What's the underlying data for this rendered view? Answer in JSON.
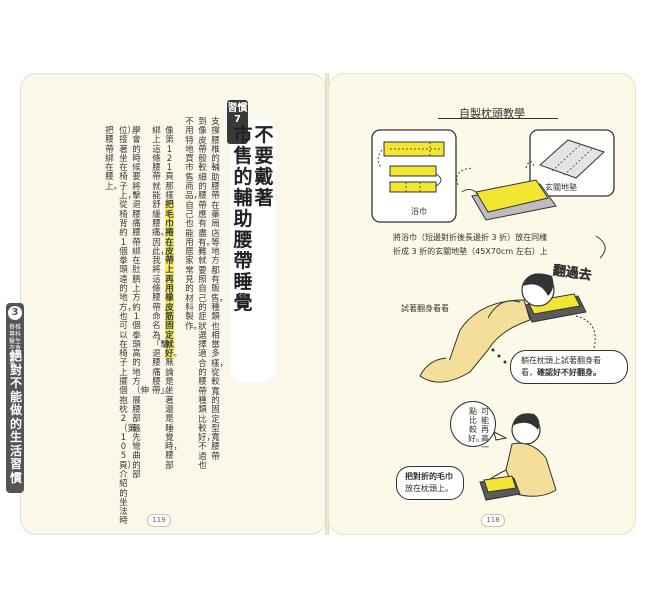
{
  "left_page": {
    "page_number": "119",
    "side_tab": {
      "number": "3",
      "chapter_small": "脊椎專科醫生不會做的事",
      "chapter_big": "絕對不能做的生活習慣"
    },
    "habit_badge": "習慣7",
    "title_line_1": "不要戴著",
    "title_line_2": "市售的輔助腰帶睡覺",
    "body_columns": [
      "支撐腰椎的輔助腰帶在藥局店等地方都有販售。種類也相當多樣，從較寬的固定型寬腰帶",
      "到像皮帶般較細的腰帶應有盡有。難就要照自己的症狀選擇適合的腰帶種類比較好，不過也",
      "不用特地買市售商品，自己也能用居家常見的材料製作。",
      "像第121頁那樣",
      "綁上這條腰帶就能舒緩腰痛。因此，我將這條腰帶命名為「擊退腰痛腰帶」。",
      "學會的時候要將擊退腰痛腰帶綁在肚臍上方約1個拳頭高的地方（伸展腰部最先彎曲的部",
      "位）。接著坐在椅子上，從椅背約1個拳頭遠的地方，也可以在椅子上擺個抱枕2（第105頁）介紹的坐法時",
      "把腰帶綁在腰上。"
    ],
    "col4_highlight": "把毛巾捲在皮帶上再用橡皮筋固定就好",
    "col4_tail": "。無論是坐著還是睡覺時，腰部"
  },
  "right_page": {
    "page_number": "118",
    "diagram_title": "自製枕頭教學",
    "towel_label": "浴巾",
    "mat_label": "玄關地墊",
    "caption_line_1": "將浴巾（短邊對折後長邊折 3 折）放在同樣",
    "caption_line_2": "折成 3 折的玄關地墊（45X70cm 左右）上",
    "sound_effect": "翻過去",
    "try_label": "試著翻身看看",
    "tip1_line_1": "躺在枕頭上試著翻身看",
    "tip1_line_2_plain": "看，",
    "tip1_line_2_bold": "確認好不好翻身。",
    "bubble_columns": [
      "可能再高一",
      "點比較好。"
    ],
    "tip2_line_1": "把對折的毛巾",
    "tip2_line_2": "放在枕頭上。"
  },
  "colors": {
    "highlight": "#f7ec5e",
    "towel_yellow": "#f3e632",
    "page_tint": "#fbf7ea",
    "tab_gray": "#555555"
  }
}
